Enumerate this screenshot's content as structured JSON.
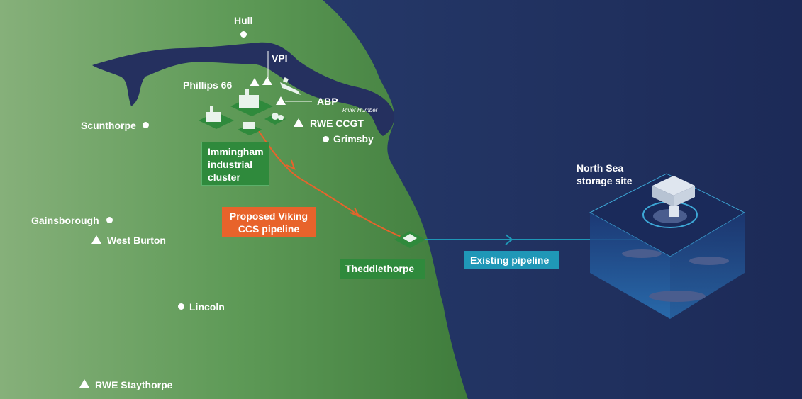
{
  "colors": {
    "sea": "#1f3160",
    "land_light": "#86b07a",
    "land_dark": "#3f7c3c",
    "river": "#25305f",
    "cluster_box": "#2f8a3c",
    "viking_pipeline": "#e8632b",
    "existing_pipeline": "#1f97b7"
  },
  "places": {
    "hull": "Hull",
    "vpi": "VPI",
    "phillips66": "Phillips 66",
    "abp": "ABP",
    "river_humber": "River Humber",
    "rwe_ccgt": "RWE CCGT",
    "scunthorpe": "Scunthorpe",
    "grimsby": "Grimsby",
    "gainsborough": "Gainsborough",
    "west_burton": "West Burton",
    "lincoln": "Lincoln",
    "rwe_staythorpe": "RWE Staythorpe"
  },
  "cluster": {
    "line1": "Immingham",
    "line2": "industrial",
    "line3": "cluster"
  },
  "pipelines": {
    "viking_line1": "Proposed Viking",
    "viking_line2": "CCS pipeline",
    "existing": "Existing pipeline"
  },
  "theddlethorpe": "Theddlethorpe",
  "storage": {
    "line1": "North Sea",
    "line2": "storage site"
  },
  "icons": [
    "triangle-marker-icon",
    "dot-marker-icon",
    "industrial-plant-icon",
    "ship-icon",
    "terminal-icon",
    "platform-icon",
    "arrow-icon"
  ]
}
